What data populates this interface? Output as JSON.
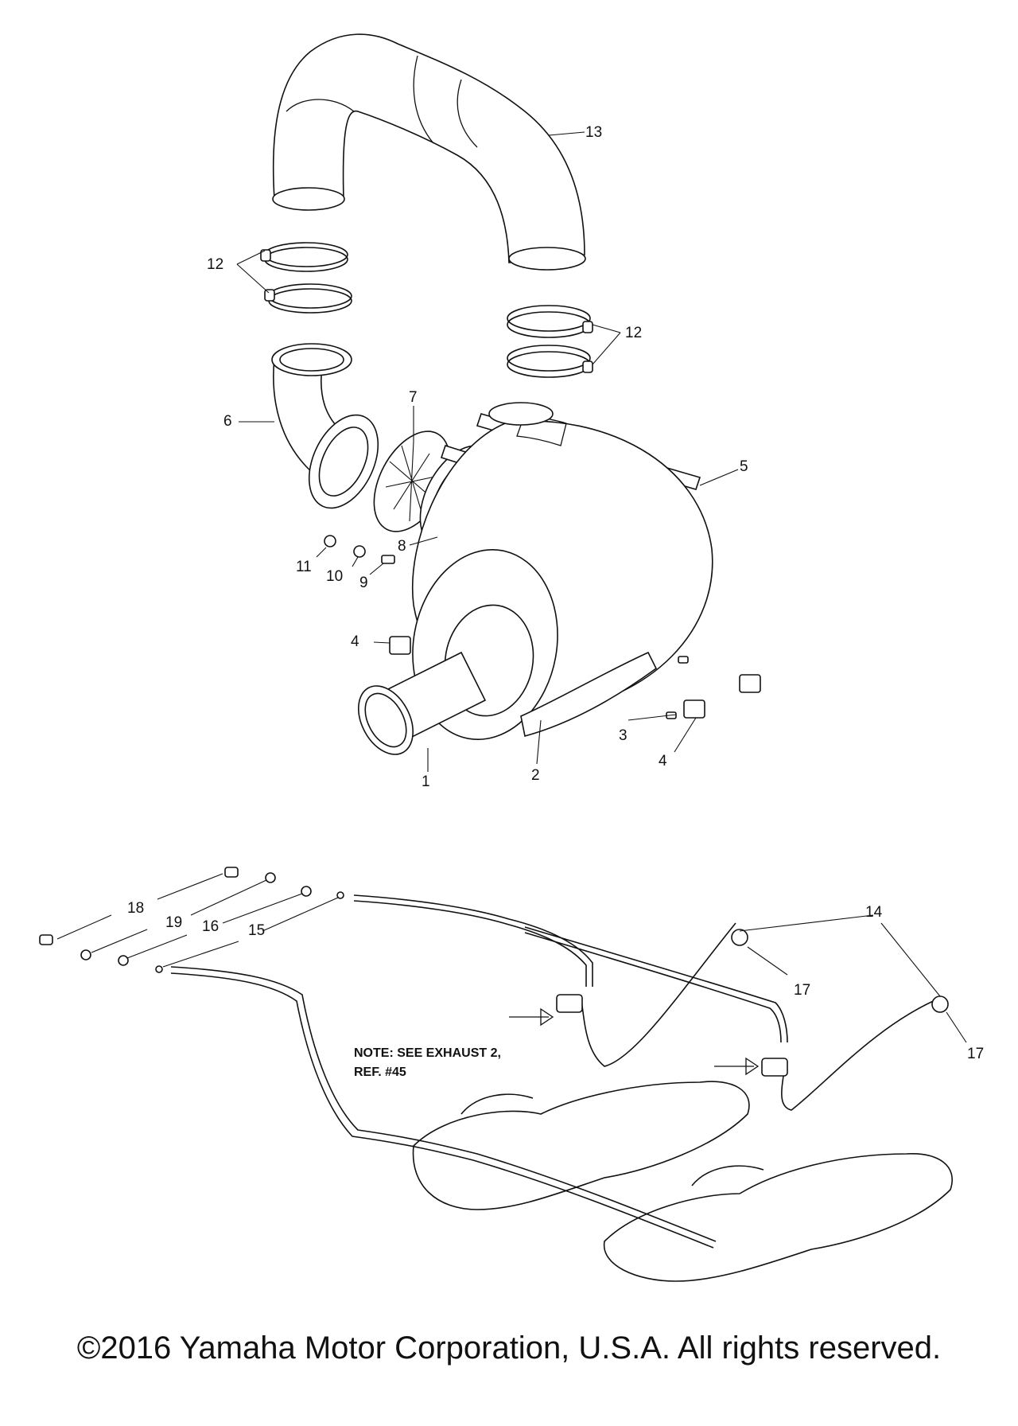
{
  "callouts": [
    {
      "id": "1",
      "label": "1"
    },
    {
      "id": "2",
      "label": "2"
    },
    {
      "id": "3",
      "label": "3"
    },
    {
      "id": "4a",
      "label": "4"
    },
    {
      "id": "4b",
      "label": "4"
    },
    {
      "id": "5",
      "label": "5"
    },
    {
      "id": "6",
      "label": "6"
    },
    {
      "id": "7",
      "label": "7"
    },
    {
      "id": "8",
      "label": "8"
    },
    {
      "id": "9",
      "label": "9"
    },
    {
      "id": "10",
      "label": "10"
    },
    {
      "id": "11",
      "label": "11"
    },
    {
      "id": "12a",
      "label": "12"
    },
    {
      "id": "12b",
      "label": "12"
    },
    {
      "id": "13",
      "label": "13"
    },
    {
      "id": "14",
      "label": "14"
    },
    {
      "id": "15",
      "label": "15"
    },
    {
      "id": "16",
      "label": "16"
    },
    {
      "id": "17a",
      "label": "17"
    },
    {
      "id": "17b",
      "label": "17"
    },
    {
      "id": "18",
      "label": "18"
    },
    {
      "id": "19",
      "label": "19"
    }
  ],
  "note": {
    "line1": "NOTE: SEE EXHAUST 2,",
    "line2": "REF. #45"
  },
  "copyright": "©2016 Yamaha Motor Corporation, U.S.A. All rights reserved."
}
